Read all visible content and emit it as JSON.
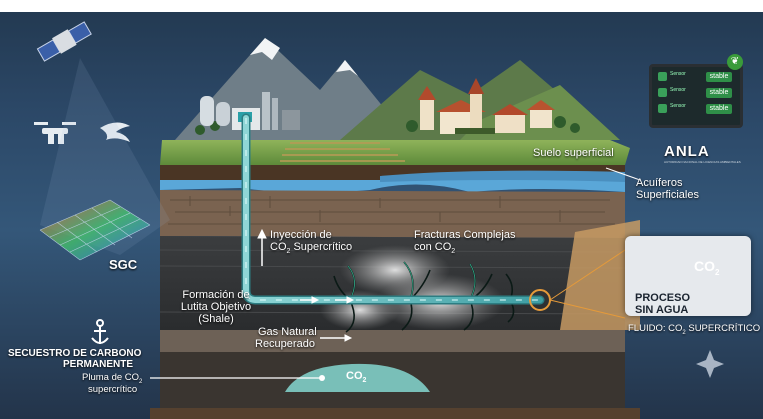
{
  "colors": {
    "sky": "#2b4766",
    "soil": "#4d3a2a",
    "rock": "#6b5a4a",
    "pipe": "#5fb9bd",
    "aquifer": "#5aa7d8",
    "co2": "#4a9cd6"
  },
  "labels": {
    "sgc": "SGC",
    "suelo": "Suelo superficial",
    "acuiferos_1": "Acuíferos",
    "acuiferos_2": "Superficiales",
    "inyeccion_1": "Inyección de",
    "inyeccion_2": "CO",
    "inyeccion_sub": "2",
    "inyeccion_3": " Supercrítico",
    "fracturas_1": "Fracturas Complejas",
    "fracturas_2": "con CO",
    "fracturas_sub": "2",
    "formacion_1": "Formación de",
    "formacion_2": "Lutita Objetivo",
    "formacion_3": "(Shale)",
    "gas_1": "Gas Natural",
    "gas_2": "Recuperado",
    "secuestro_1": "SECUESTRO DE CARBONO",
    "secuestro_2": "PERMANENTE",
    "pluma_1": "Pluma de CO",
    "pluma_sub": "2",
    "pluma_2": "supercrítico",
    "co2_bubble": "CO",
    "co2_bubble_sub": "2",
    "proceso_1": "PROCESO",
    "proceso_2": "SIN AGUA",
    "fluido": "FLUIDO: CO",
    "fluido_sub": "2",
    "fluido_2": " SUPERCRÍTICO",
    "anla": "ANLA",
    "anla_sub": "AUTORIDAD NACIONAL DE LICENCIAS AMBIENTALES",
    "cloud_co2": "CO",
    "cloud_co2_sub": "2"
  },
  "monitor": {
    "rows": [
      {
        "label": "Sensor",
        "status": "stable"
      },
      {
        "label": "Sensor",
        "status": "stable"
      },
      {
        "label": "Sensor",
        "status": "stable"
      }
    ]
  },
  "icons": [
    "satellite-icon",
    "drone-icon",
    "eagle-icon",
    "anchor-icon",
    "no-water-icon",
    "co2-cloud-icon",
    "sparkle-icon",
    "leaf-icon"
  ]
}
